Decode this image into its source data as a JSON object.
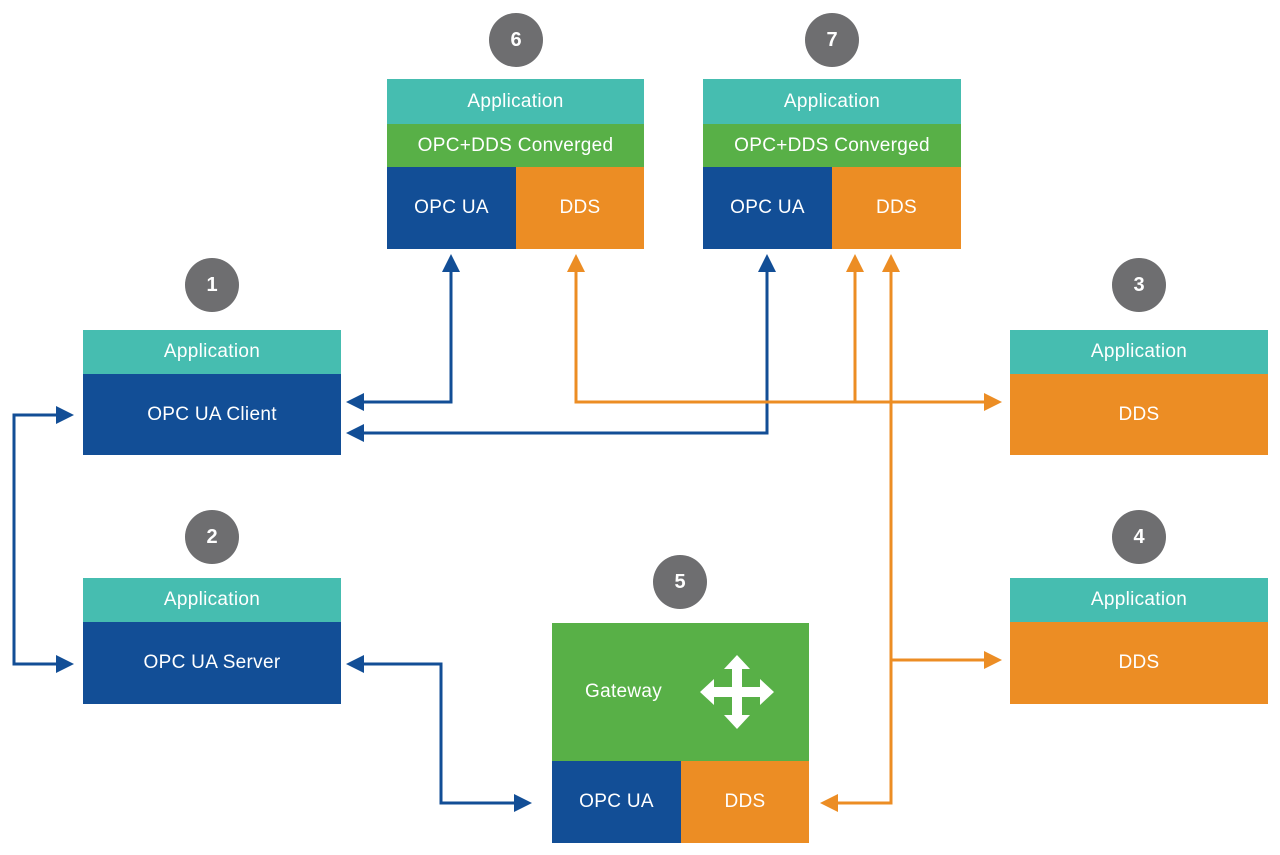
{
  "nodes": {
    "n1": {
      "badge": "1",
      "app_label": "Application",
      "layer_label": "OPC UA Client"
    },
    "n2": {
      "badge": "2",
      "app_label": "Application",
      "layer_label": "OPC UA Server"
    },
    "n3": {
      "badge": "3",
      "app_label": "Application",
      "layer_label": "DDS"
    },
    "n4": {
      "badge": "4",
      "app_label": "Application",
      "layer_label": "DDS"
    },
    "n5": {
      "badge": "5",
      "gateway_label": "Gateway",
      "opcua_label": "OPC UA",
      "dds_label": "DDS",
      "icon": "move-arrows-icon"
    },
    "n6": {
      "badge": "6",
      "app_label": "Application",
      "converged_label": "OPC+DDS Converged",
      "opcua_label": "OPC UA",
      "dds_label": "DDS"
    },
    "n7": {
      "badge": "7",
      "app_label": "Application",
      "converged_label": "OPC+DDS Converged",
      "opcua_label": "OPC UA",
      "dds_label": "DDS"
    }
  },
  "colors": {
    "teal": "#46bdb0",
    "green": "#58b047",
    "blue": "#124e96",
    "orange": "#ec8d24",
    "badge": "#6e6e70"
  }
}
